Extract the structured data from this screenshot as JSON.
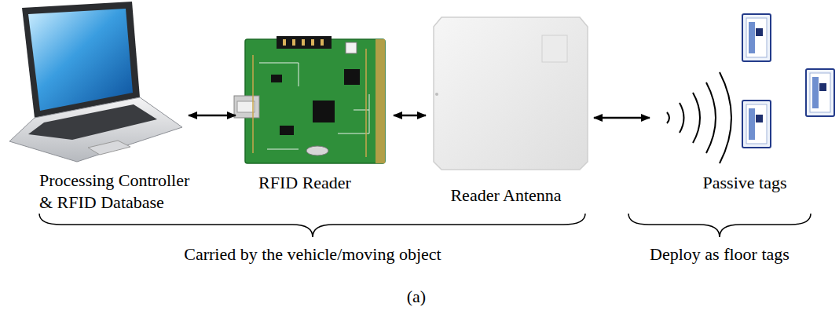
{
  "diagram": {
    "caption": "(a)",
    "nodes": [
      {
        "text": [
          "Processing Controller & RFID Database"
        ]
      },
      {
        "text": [
          "RFID Reader"
        ]
      },
      {
        "text": [
          "Reader Antenna"
        ]
      },
      {
        "text": [
          "Passive tags"
        ]
      }
    ],
    "edges": [
      {
        "from": 0,
        "to": 1,
        "arrow": "both"
      },
      {
        "from": 1,
        "to": 2,
        "arrow": "both"
      },
      {
        "from": 2,
        "to": 3,
        "arrow": "both"
      }
    ],
    "labels": [
      "Carried by the vehicle/moving object",
      "Deploy as floor tags"
    ]
  }
}
